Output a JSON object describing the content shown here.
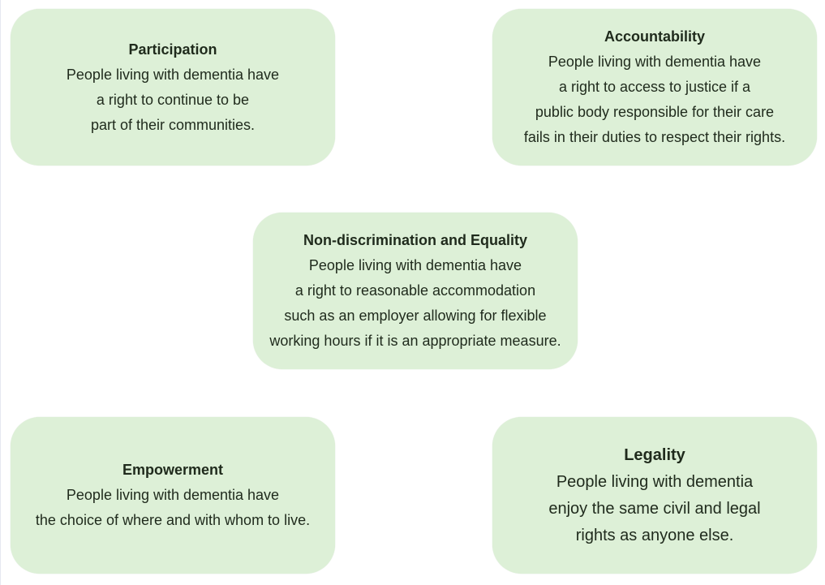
{
  "boxes": [
    {
      "title": "Participation",
      "lines": [
        "People living with dementia have",
        "a right to continue to be",
        "part of their communities."
      ]
    },
    {
      "title": "Accountability",
      "lines": [
        "People living with dementia have",
        "a right to access to justice if a",
        "public body responsible for their care",
        "fails in their duties to respect their rights."
      ]
    },
    {
      "title": "Non-discrimination and Equality",
      "lines": [
        "People living with dementia have",
        "a right to reasonable accommodation",
        "such as an employer allowing for flexible",
        "working hours if it is an appropriate measure."
      ]
    },
    {
      "title": "Empowerment",
      "lines": [
        "People living with dementia have",
        "the choice of where and with whom to live."
      ]
    },
    {
      "title": "Legality",
      "lines": [
        "People living with dementia",
        "enjoy the same civil and legal",
        "rights as anyone else."
      ]
    }
  ],
  "colors": {
    "box_fill": "#ddf0d7",
    "text": "#1f2a1c"
  }
}
